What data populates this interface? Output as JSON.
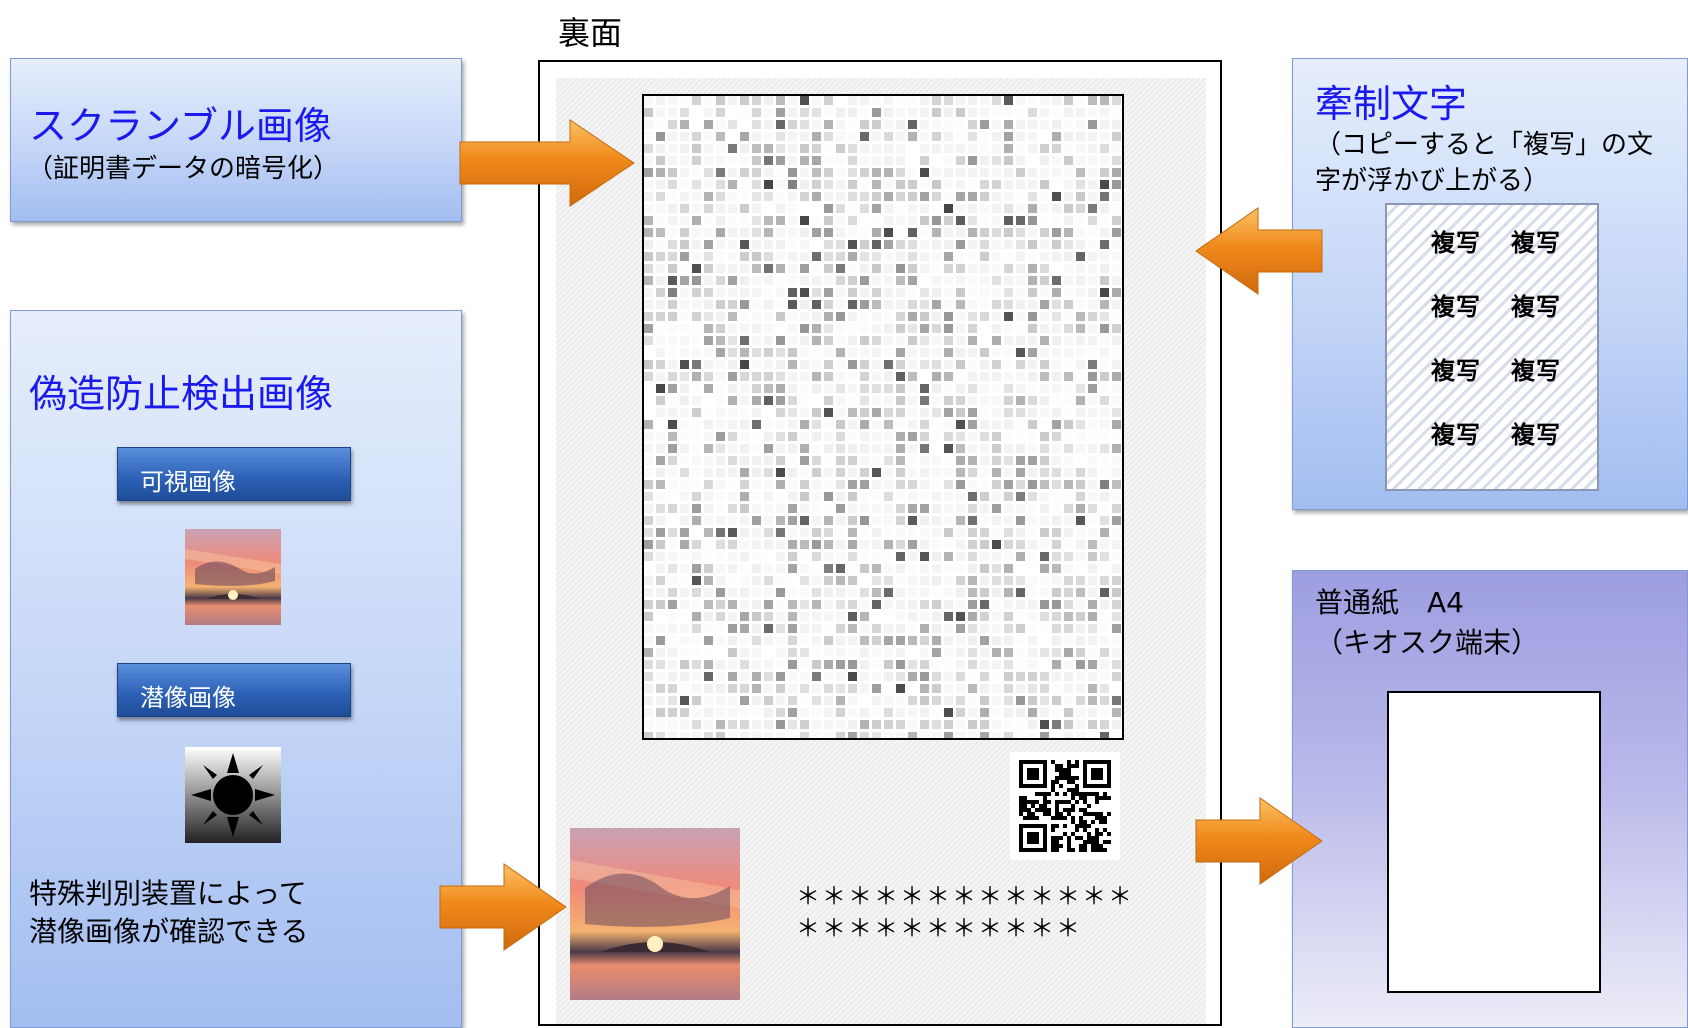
{
  "back_label": "裏面",
  "scramble": {
    "title": "スクランブル画像",
    "subtitle": "（証明書データの暗号化）"
  },
  "anticopy": {
    "title": "牽制文字",
    "subtitle_line1": "（コピーすると「複写」の文",
    "subtitle_line2": "字が浮かび上がる）",
    "marks": [
      "複写",
      "複写",
      "複写",
      "複写",
      "複写",
      "複写",
      "複写",
      "複写"
    ]
  },
  "forgery": {
    "title": "偽造防止検出画像",
    "visible_label": "可視画像",
    "latent_label": "潜像画像",
    "note_line1": "特殊判別装置によって",
    "note_line2": "潜像画像が確認できる"
  },
  "paper": {
    "title_line1": "普通紙　A4",
    "title_line2": "（キオスク端末）"
  },
  "document": {
    "stars_line1": "＊＊＊＊＊＊＊＊＊＊＊＊＊",
    "stars_line2": "＊＊＊＊＊＊＊＊＊＊＊"
  },
  "colors": {
    "title_blue": "#1a1aee",
    "arrow_orange": "#f08a1c",
    "panel_blue": "#c4d6f7",
    "panel_purple": "#9d9ee0"
  },
  "icons": {
    "scramble_image": "scrambled-mosaic",
    "visible_image": "sunset-photo",
    "latent_image": "sun-icon",
    "qr_code": "qr-code"
  }
}
